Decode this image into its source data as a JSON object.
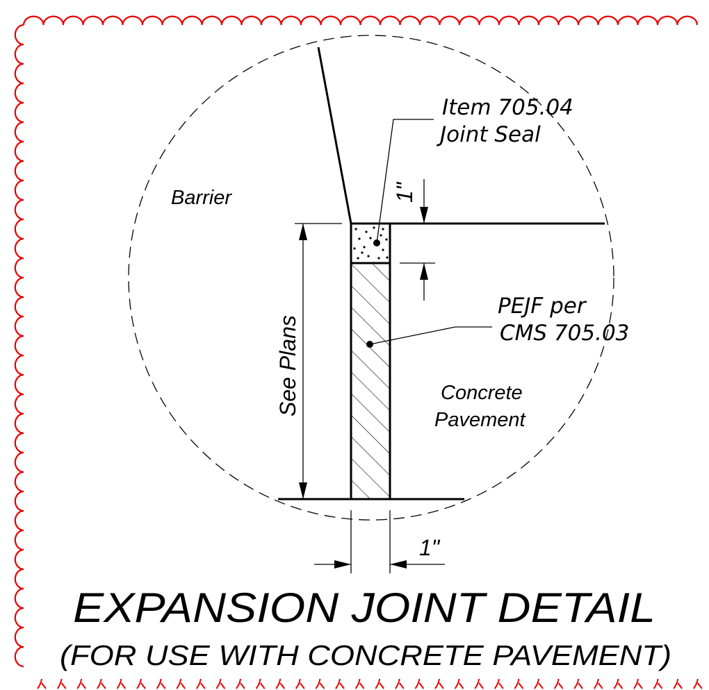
{
  "detail": {
    "title": "EXPANSION JOINT DETAIL",
    "subtitle": "(FOR USE WITH CONCRETE PAVEMENT)"
  },
  "labels": {
    "barrier": "Barrier",
    "concrete_line1": "Concrete",
    "concrete_line2": "Pavement",
    "seal_line1": "Item 705.04",
    "seal_line2": "Joint Seal",
    "pejf_line1": "PEJF per",
    "pejf_line2": "CMS 705.03",
    "see_plans": "See Plans",
    "dim_seal_depth": "1\"",
    "dim_joint_width": "1\""
  },
  "colors": {
    "cloud_border": "#e60000",
    "ink": "#000000"
  }
}
